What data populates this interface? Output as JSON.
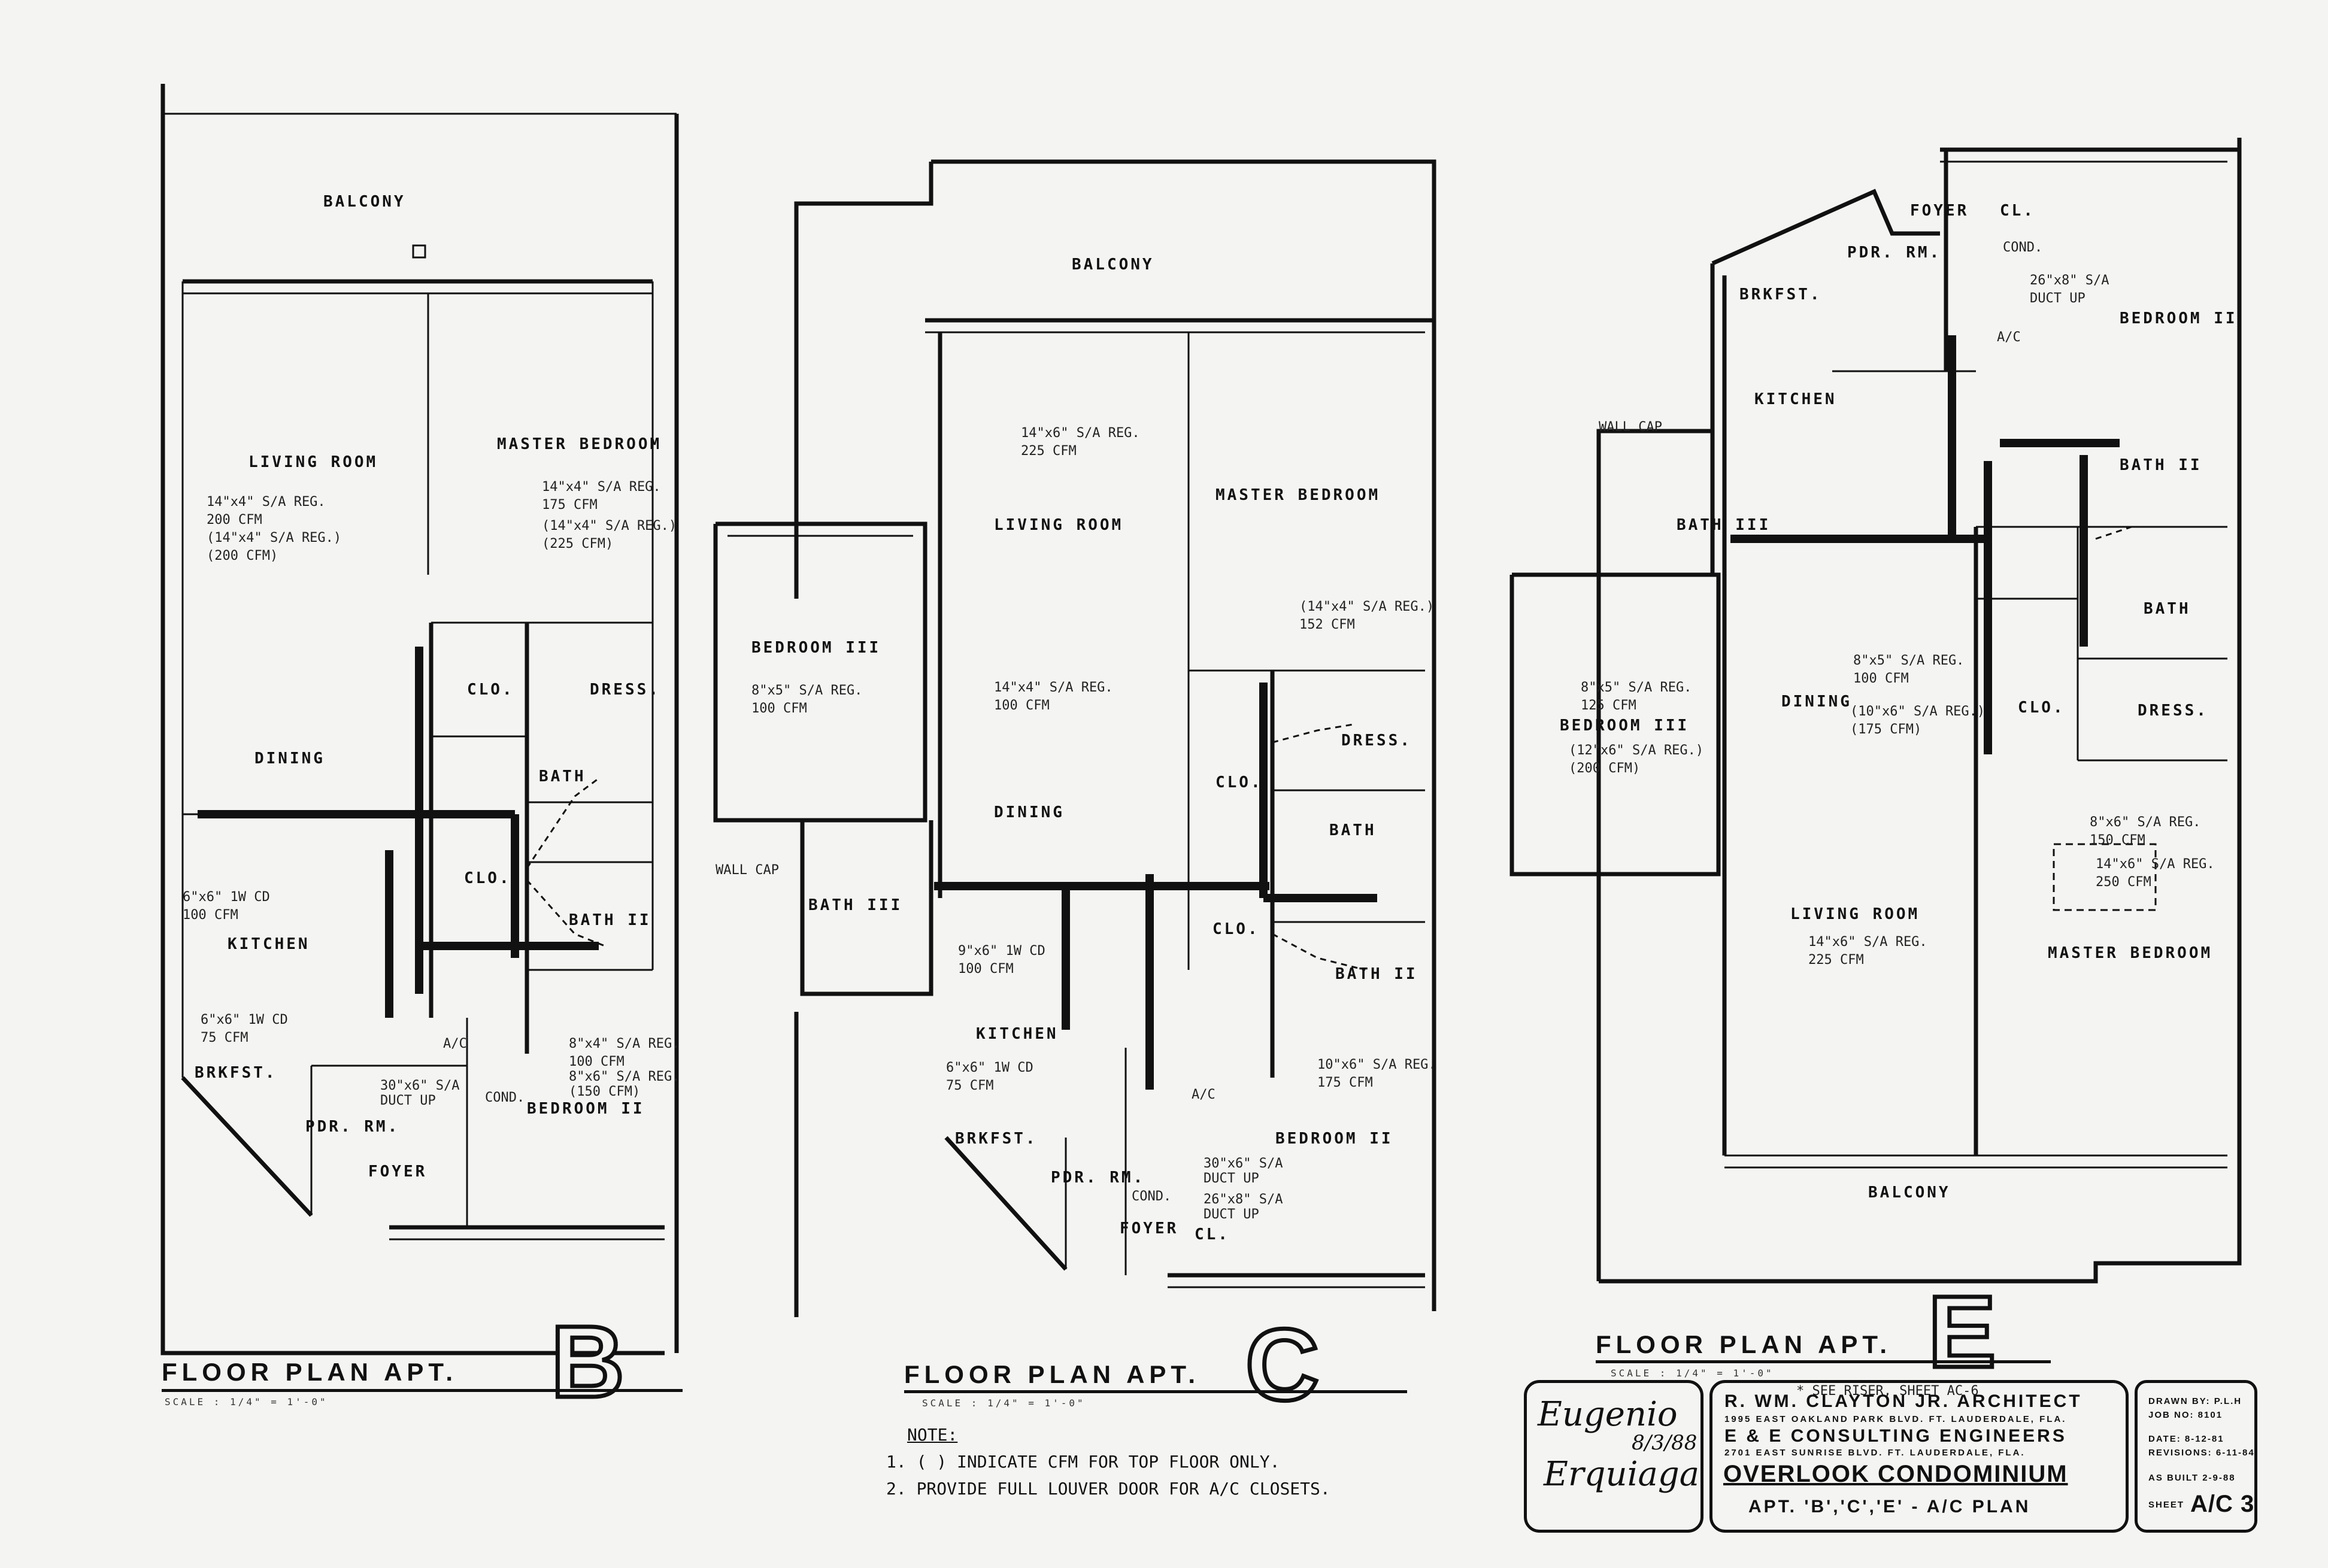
{
  "plans": {
    "b": {
      "title": "FLOOR PLAN APT.",
      "letter": "B",
      "scale": "SCALE : 1/4\" = 1'-0\"",
      "rooms": {
        "balcony": "BALCONY",
        "living_room": "LIVING ROOM",
        "master_bedroom": "MASTER BEDROOM",
        "dining": "DINING",
        "kitchen": "KITCHEN",
        "brkfst": "BRKFST.",
        "pdr_rm": "PDR. RM.",
        "foyer": "FOYER",
        "bedroom_ii": "BEDROOM II",
        "bath": "BATH",
        "bath_ii": "BATH II",
        "clo": "CLO.",
        "clo2": "CLO.",
        "dress": "DRESS."
      },
      "notes": {
        "n1": "14\"x4\" S/A REG.",
        "n2": "200 CFM",
        "n3": "(14\"x4\" S/A REG.)",
        "n4": "(200 CFM)",
        "n5": "14\"x4\" S/A REG.",
        "n6": "175 CFM",
        "n7": "(14\"x4\" S/A REG.)",
        "n8": "(225 CFM)",
        "n9": "6\"x6\" 1W CD",
        "n10": "100 CFM",
        "n11": "6\"x6\" 1W CD",
        "n12": "75 CFM",
        "n13": "8\"x4\" S/A REG.",
        "n14": "100 CFM",
        "n15": "8\"x6\" S/A REG.",
        "n16": "(150 CFM)",
        "n17": "30\"x6\" S/A",
        "n18": "DUCT UP",
        "n19": "COND.",
        "n20": "A/C"
      }
    },
    "c": {
      "title": "FLOOR PLAN APT.",
      "letter": "C",
      "scale": "SCALE : 1/4\" = 1'-0\"",
      "rooms": {
        "balcony": "BALCONY",
        "living_room": "LIVING ROOM",
        "master_bedroom": "MASTER BEDROOM",
        "bedroom_iii": "BEDROOM III",
        "dining": "DINING",
        "kitchen": "KITCHEN",
        "brkfst": "BRKFST.",
        "pdr_rm": "PDR. RM.",
        "foyer": "FOYER",
        "cl": "CL.",
        "bedroom_ii": "BEDROOM II",
        "bath": "BATH",
        "bath_ii": "BATH II",
        "bath_iii": "BATH III",
        "clo": "CLO.",
        "clo2": "CLO.",
        "dress": "DRESS.",
        "wall_cap": "WALL CAP"
      },
      "notes": {
        "n1": "14\"x6\" S/A REG.",
        "n2": "225 CFM",
        "n3": "14\"x4\" S/A REG.",
        "n4": "100 CFM",
        "n5": "8\"x5\" S/A REG.",
        "n6": "100 CFM",
        "n7": "(14\"x4\" S/A REG.)",
        "n8": "152 CFM",
        "n9": "9\"x6\" 1W CD",
        "n10": "100 CFM",
        "n11": "6\"x6\" 1W CD",
        "n12": "75 CFM",
        "n13": "10\"x6\" S/A REG.",
        "n14": "175 CFM",
        "n15": "30\"x6\" S/A",
        "n16": "DUCT UP",
        "n17": "26\"x8\" S/A",
        "n18": "DUCT UP",
        "n19": "COND.",
        "n20": "A/C"
      }
    },
    "e": {
      "title": "FLOOR PLAN APT.",
      "letter": "E",
      "scale": "SCALE : 1/4\" = 1'-0\"",
      "riser_note": "* SEE RISER, SHEET AC-6",
      "rooms": {
        "balcony": "BALCONY",
        "living_room": "LIVING ROOM",
        "master_bedroom": "MASTER BEDROOM",
        "bedroom_ii": "BEDROOM II",
        "bedroom_iii": "BEDROOM III",
        "dining": "DINING",
        "kitchen": "KITCHEN",
        "brkfst": "BRKFST.",
        "pdr_rm": "PDR. RM.",
        "foyer": "FOYER",
        "cl": "CL.",
        "bath": "BATH",
        "bath_ii": "BATH II",
        "bath_iii": "BATH III",
        "clo": "CLO.",
        "dress": "DRESS.",
        "wall_cap": "WALL CAP"
      },
      "notes": {
        "n1": "14\"x6\" S/A REG.",
        "n2": "225 CFM",
        "n3": "8\"x5\" S/A REG.",
        "n4": "100 CFM",
        "n5": "(10\"x6\" S/A REG.)",
        "n6": "(175 CFM)",
        "n7": "8\"x5\" S/A REG.",
        "n8": "125 CFM",
        "n9": "(12\"x6\" S/A REG.)",
        "n10": "(200 CFM)",
        "n11": "8\"x6\" S/A REG.",
        "n12": "150 CFM",
        "n13": "14\"x6\" S/A REG.",
        "n14": "250 CFM",
        "n15": "26\"x8\" S/A",
        "n16": "DUCT UP",
        "n17": "COND.",
        "n18": "A/C"
      }
    }
  },
  "notes": {
    "heading": "NOTE:",
    "line1": "1. (    ) INDICATE CFM FOR TOP FLOOR ONLY.",
    "line2": "2. PROVIDE FULL LOUVER DOOR FOR A/C CLOSETS."
  },
  "signature": {
    "name1": "Eugenio",
    "name2": "Erquiaga",
    "date": "8/3/88"
  },
  "title_block": {
    "architect": "R. WM. CLAYTON JR.   ARCHITECT",
    "architect_addr": "1995 EAST OAKLAND PARK BLVD.   FT. LAUDERDALE, FLA.",
    "engineer": "E & E   CONSULTING   ENGINEERS",
    "engineer_addr": "2701 EAST SUNRISE BLVD.   FT. LAUDERDALE, FLA.",
    "project": "OVERLOOK CONDOMINIUM",
    "plan": "APT. 'B','C','E'  -  A/C  PLAN",
    "drawn_by": "DRAWN BY: P.L.H",
    "job_no": "JOB NO: 8101",
    "date": "DATE: 8-12-81",
    "revisions": "REVISIONS: 6-11-84",
    "as_built": "AS BUILT  2-9-88",
    "sheet_label": "SHEET",
    "sheet": "A/C 3"
  }
}
